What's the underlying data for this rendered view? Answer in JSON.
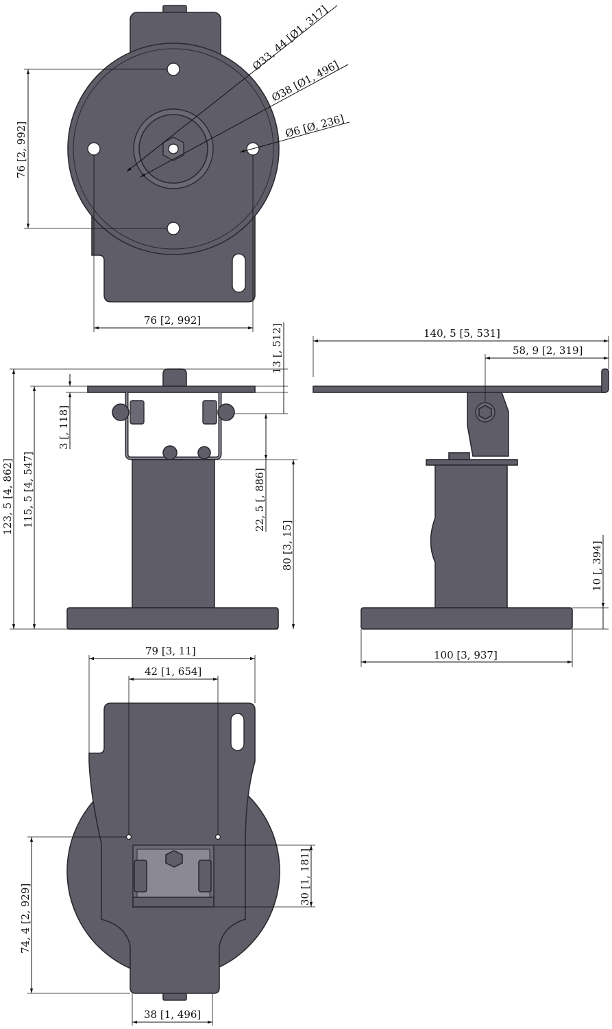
{
  "colors": {
    "part_fill": "#5e5d68",
    "line": "#111111"
  },
  "top_view": {
    "dia_outer": "Ø33, 44 [Ø1, 317]",
    "dia_mid": "Ø38 [Ø1, 496]",
    "dia_hole": "Ø6 [Ø, 236]",
    "vertical_spacing": "76 [2, 992]",
    "horizontal_spacing": "76 [2, 992]"
  },
  "front_view": {
    "plate_thickness": "13 [, 512]",
    "offset": "3 [, 118]",
    "total_height": "123, 5 [4, 862]",
    "plate_height": "115, 5 [4, 547]",
    "bracket_height": "22, 5 [, 886]",
    "column_height": "80 [3, 15]"
  },
  "side_view": {
    "plate_length": "140, 5 [5, 531]",
    "pivot_offset": "58, 9 [2, 319]",
    "base_thickness": "10 [, 394]",
    "base_diameter": "100 [3, 937]"
  },
  "bottom_view": {
    "plate_width": "79 [3, 11]",
    "hole_spacing": "42 [1, 654]",
    "block_height": "30 [1, 181]",
    "hole_offset": "74, 4 [2, 929]",
    "tab_width": "38 [1, 496]"
  }
}
